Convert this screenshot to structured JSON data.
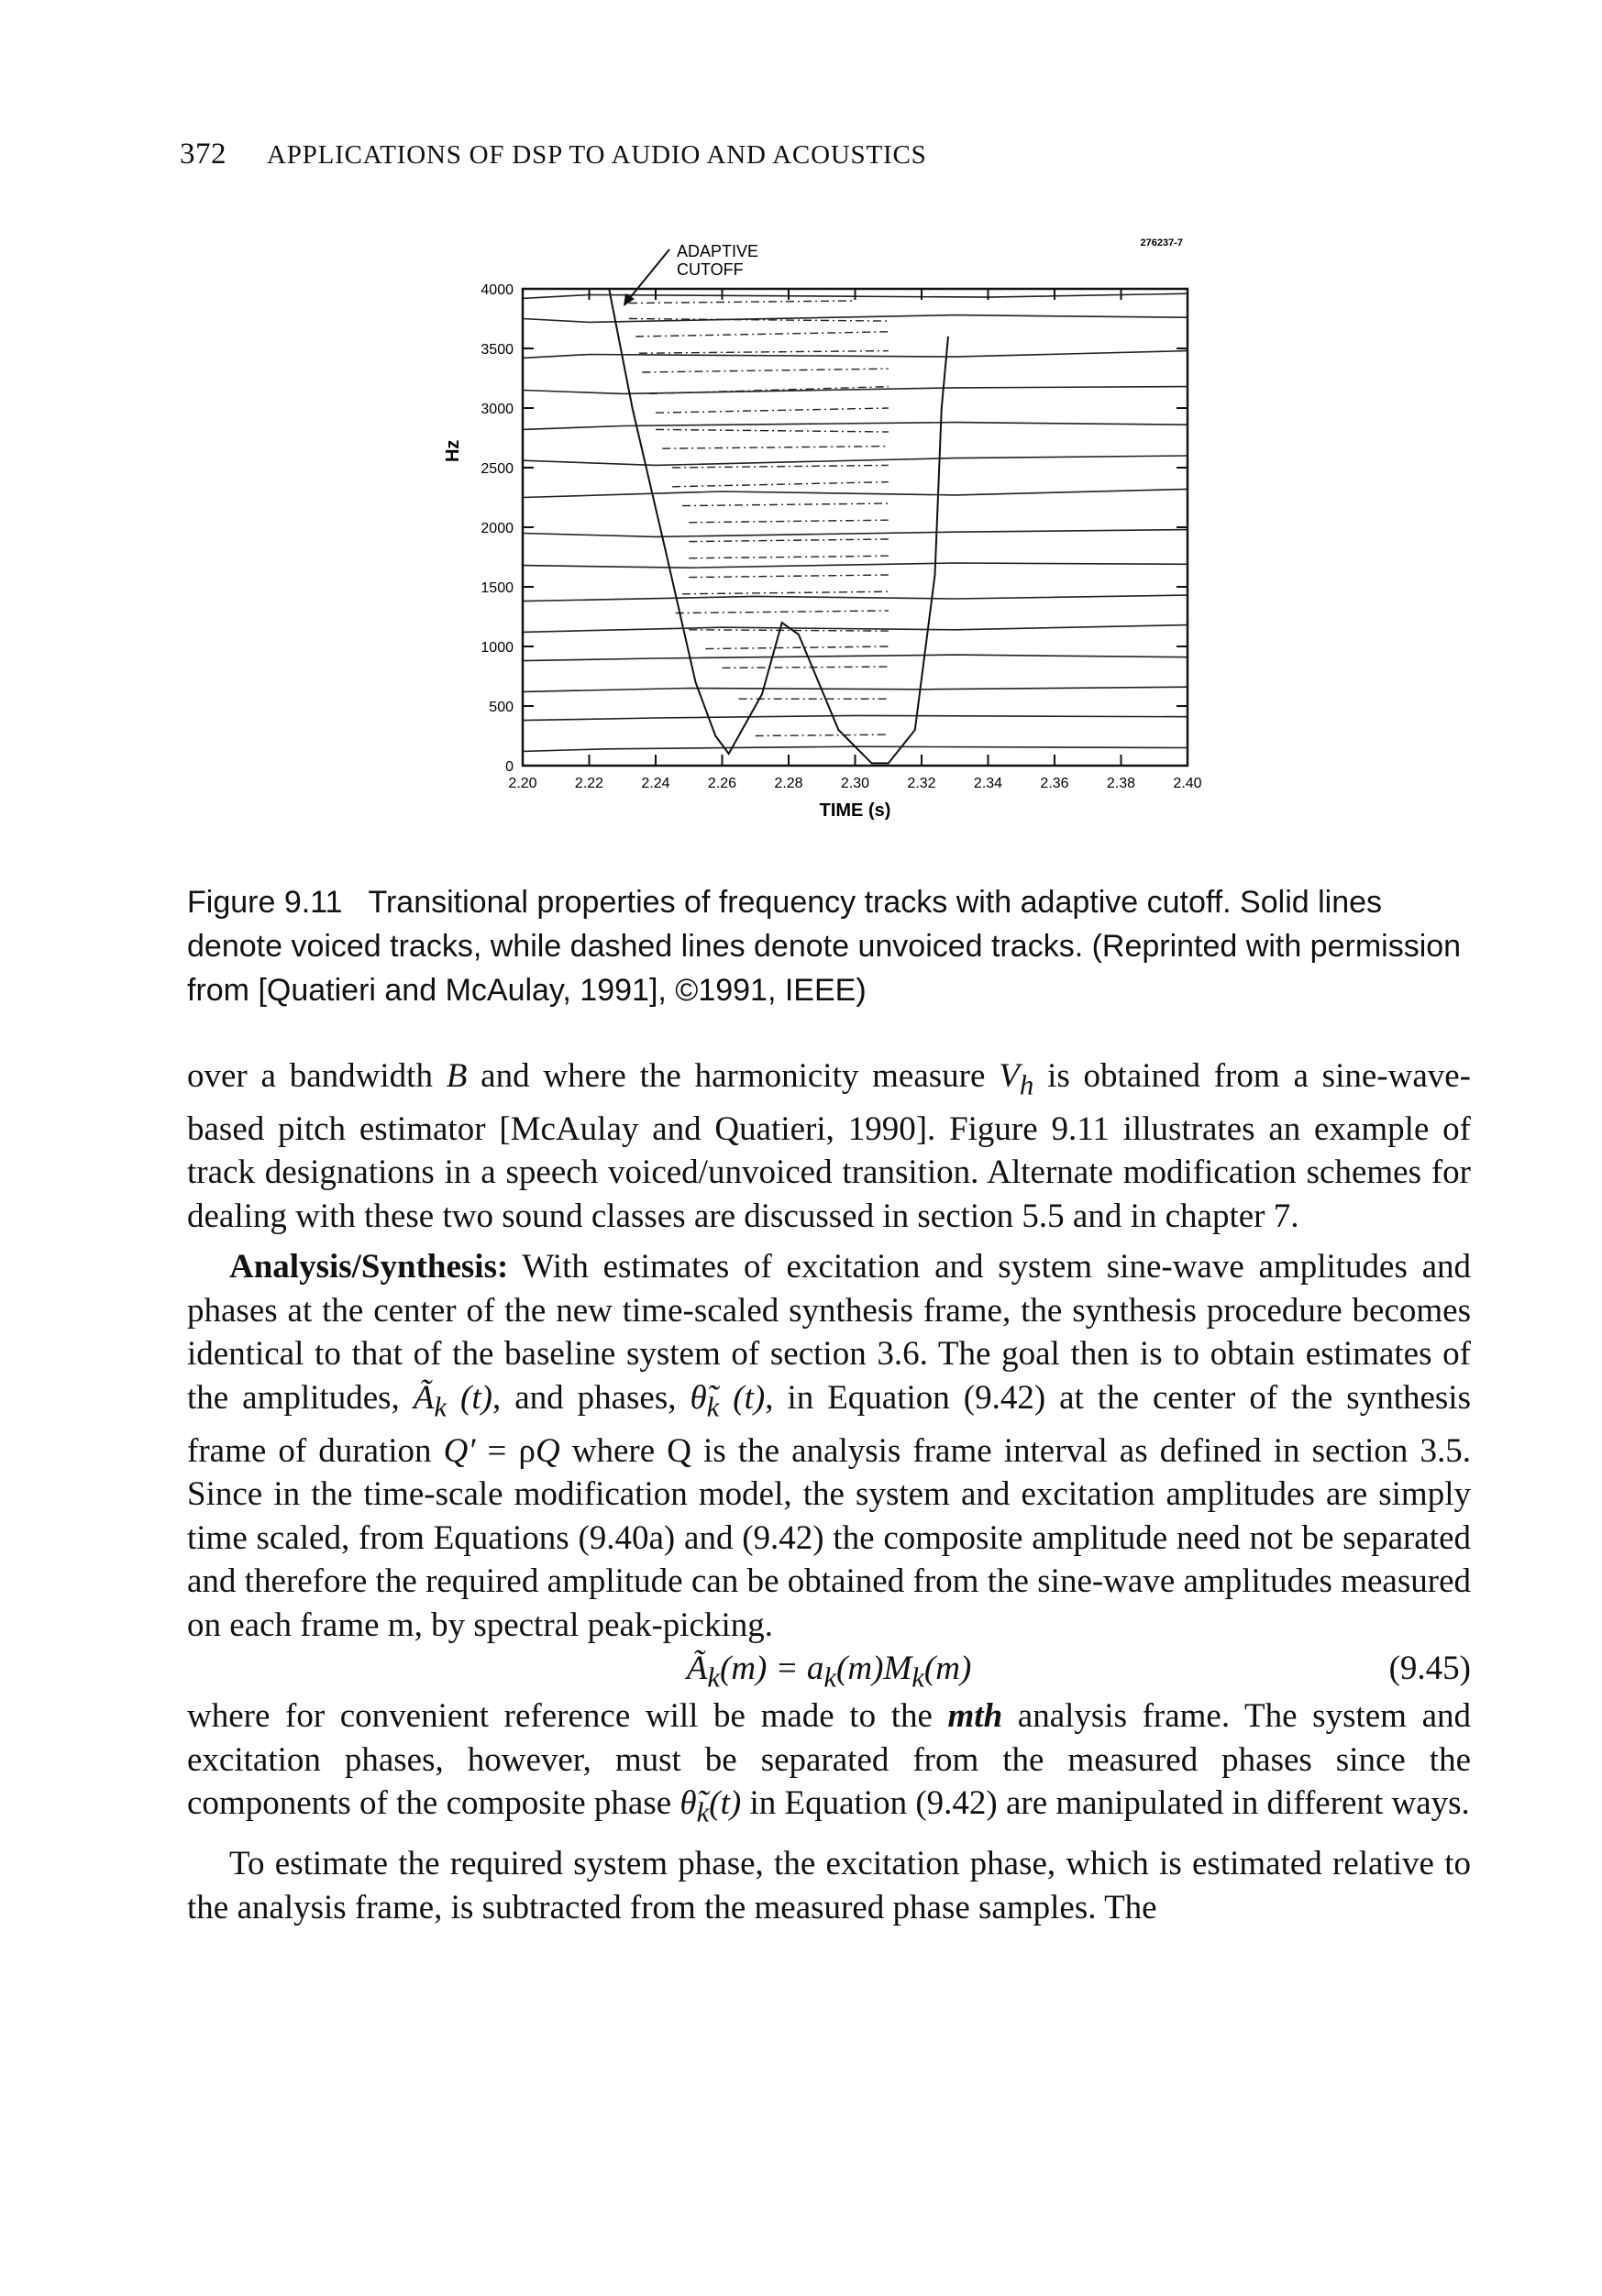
{
  "header": {
    "page_number": "372",
    "running_title": "APPLICATIONS OF DSP TO AUDIO AND ACOUSTICS"
  },
  "figure": {
    "code": "276237-7",
    "annotation": [
      "ADAPTIVE",
      "CUTOFF"
    ],
    "y_label": "Hz",
    "x_label": "TIME (s)"
  },
  "chart_data": {
    "type": "line",
    "title": "",
    "xlabel": "TIME (s)",
    "ylabel": "Hz",
    "xlim": [
      2.2,
      2.4
    ],
    "ylim": [
      0,
      4000
    ],
    "x_ticks": [
      "2.20",
      "2.22",
      "2.24",
      "2.26",
      "2.28",
      "2.30",
      "2.32",
      "2.34",
      "2.36",
      "2.38",
      "2.40"
    ],
    "y_ticks": [
      "0",
      "500",
      "1000",
      "1500",
      "2000",
      "2500",
      "3000",
      "3500",
      "4000"
    ],
    "annotation": "ADAPTIVE CUTOFF",
    "cutoff": {
      "x": [
        2.226,
        2.233,
        2.243,
        2.252,
        2.258,
        2.262,
        2.272,
        2.278,
        2.283,
        2.295,
        2.305,
        2.31,
        2.318,
        2.324,
        2.326,
        2.328
      ],
      "y": [
        4000,
        3000,
        1800,
        700,
        250,
        100,
        600,
        1200,
        1100,
        300,
        20,
        20,
        300,
        1600,
        3000,
        3600
      ]
    },
    "tracks_voiced": [
      {
        "x": [
          2.2,
          2.225,
          2.3,
          2.4
        ],
        "y": [
          120,
          140,
          160,
          150
        ]
      },
      {
        "x": [
          2.2,
          2.24,
          2.3,
          2.4
        ],
        "y": [
          380,
          400,
          420,
          410
        ]
      },
      {
        "x": [
          2.2,
          2.25,
          2.32,
          2.4
        ],
        "y": [
          620,
          650,
          640,
          660
        ]
      },
      {
        "x": [
          2.2,
          2.24,
          2.33,
          2.4
        ],
        "y": [
          880,
          900,
          930,
          910
        ]
      },
      {
        "x": [
          2.2,
          2.26,
          2.33,
          2.4
        ],
        "y": [
          1120,
          1160,
          1140,
          1180
        ]
      },
      {
        "x": [
          2.2,
          2.27,
          2.33,
          2.4
        ],
        "y": [
          1380,
          1420,
          1400,
          1430
        ]
      },
      {
        "x": [
          2.2,
          2.25,
          2.33,
          2.4
        ],
        "y": [
          1680,
          1660,
          1700,
          1690
        ]
      },
      {
        "x": [
          2.2,
          2.24,
          2.33,
          2.4
        ],
        "y": [
          1950,
          1920,
          1960,
          1980
        ]
      },
      {
        "x": [
          2.2,
          2.26,
          2.33,
          2.4
        ],
        "y": [
          2250,
          2300,
          2270,
          2320
        ]
      },
      {
        "x": [
          2.2,
          2.24,
          2.33,
          2.4
        ],
        "y": [
          2560,
          2520,
          2580,
          2600
        ]
      },
      {
        "x": [
          2.2,
          2.23,
          2.33,
          2.4
        ],
        "y": [
          2820,
          2850,
          2880,
          2860
        ]
      },
      {
        "x": [
          2.2,
          2.23,
          2.33,
          2.4
        ],
        "y": [
          3150,
          3120,
          3170,
          3180
        ]
      },
      {
        "x": [
          2.2,
          2.22,
          2.33,
          2.4
        ],
        "y": [
          3420,
          3450,
          3430,
          3480
        ]
      },
      {
        "x": [
          2.2,
          2.22,
          2.33,
          2.4
        ],
        "y": [
          3750,
          3720,
          3780,
          3760
        ]
      },
      {
        "x": [
          2.2,
          2.22,
          2.34,
          2.4
        ],
        "y": [
          3920,
          3950,
          3930,
          3960
        ]
      }
    ],
    "tracks_unvoiced": [
      {
        "x": [
          2.232,
          2.3
        ],
        "y": [
          3880,
          3900
        ]
      },
      {
        "x": [
          2.232,
          2.31
        ],
        "y": [
          3750,
          3730
        ]
      },
      {
        "x": [
          2.234,
          2.31
        ],
        "y": [
          3600,
          3640
        ]
      },
      {
        "x": [
          2.235,
          2.31
        ],
        "y": [
          3460,
          3480
        ]
      },
      {
        "x": [
          2.236,
          2.31
        ],
        "y": [
          3300,
          3330
        ]
      },
      {
        "x": [
          2.238,
          2.31
        ],
        "y": [
          3120,
          3180
        ]
      },
      {
        "x": [
          2.24,
          2.31
        ],
        "y": [
          2960,
          3000
        ]
      },
      {
        "x": [
          2.24,
          2.31
        ],
        "y": [
          2820,
          2800
        ]
      },
      {
        "x": [
          2.242,
          2.31
        ],
        "y": [
          2660,
          2680
        ]
      },
      {
        "x": [
          2.245,
          2.31
        ],
        "y": [
          2500,
          2520
        ]
      },
      {
        "x": [
          2.245,
          2.31
        ],
        "y": [
          2340,
          2380
        ]
      },
      {
        "x": [
          2.248,
          2.31
        ],
        "y": [
          2180,
          2200
        ]
      },
      {
        "x": [
          2.25,
          2.31
        ],
        "y": [
          2040,
          2060
        ]
      },
      {
        "x": [
          2.25,
          2.31
        ],
        "y": [
          1880,
          1900
        ]
      },
      {
        "x": [
          2.25,
          2.31
        ],
        "y": [
          1740,
          1760
        ]
      },
      {
        "x": [
          2.25,
          2.31
        ],
        "y": [
          1580,
          1600
        ]
      },
      {
        "x": [
          2.248,
          2.31
        ],
        "y": [
          1440,
          1460
        ]
      },
      {
        "x": [
          2.246,
          2.31
        ],
        "y": [
          1280,
          1300
        ]
      },
      {
        "x": [
          2.25,
          2.31
        ],
        "y": [
          1140,
          1130
        ]
      },
      {
        "x": [
          2.255,
          2.31
        ],
        "y": [
          980,
          1000
        ]
      },
      {
        "x": [
          2.26,
          2.31
        ],
        "y": [
          820,
          830
        ]
      },
      {
        "x": [
          2.265,
          2.31
        ],
        "y": [
          560,
          560
        ]
      },
      {
        "x": [
          2.27,
          2.31
        ],
        "y": [
          250,
          260
        ]
      }
    ]
  },
  "caption": {
    "label": "Figure 9.11",
    "text": "Transitional properties of frequency tracks with adaptive cutoff. Solid lines denote voiced tracks, while dashed lines denote unvoiced tracks. (Reprinted with permission from [Quatieri and McAulay, 1991], ©1991, IEEE)"
  },
  "body": {
    "p1": {
      "t1": "over a bandwidth ",
      "var_B": "B",
      "t2": " and where the harmonicity measure ",
      "var_V": "V",
      "var_V_sub": "h",
      "t3": " is obtained from a sine-wave-based pitch estimator [McAulay and Quatieri, 1990]. Figure 9.11 illustrates an example of track designations in a speech voiced/unvoiced transition. Alternate modification schemes for dealing with these two sound classes are discussed in section 5.5 and in chapter 7."
    },
    "p2": {
      "lead": "Analysis/Synthesis:",
      "t1": " With estimates of excitation and system sine-wave amplitudes and phases at the center of the new time-scaled synthesis frame, the synthesis procedure becomes identical to that of the baseline system of section 3.6. The goal then is to obtain estimates of the amplitudes, ",
      "var_A": "Ã",
      "var_A_sub": "k",
      "arg_t": " (t)",
      "t2": ", and phases, ",
      "var_theta": "θ̃",
      "var_theta_sub": "k",
      "t3": ", in Equation (9.42) at the center of the synthesis frame of duration ",
      "var_Qp": "Q′",
      "t4": " = ρ",
      "var_Q": "Q",
      "t5": " where Q is the analysis frame interval as defined in section 3.5. Since in the time-scale modification model, the system and excitation amplitudes are simply time scaled, from Equations (9.40a) and (9.42) the composite amplitude need not be separated and therefore the required amplitude can be obtained from the sine-wave amplitudes measured on each frame m, by spectral peak-picking."
    },
    "equation": {
      "lhs": "Ã",
      "lhs_sub": "k",
      "lhs_arg": "(m) = a",
      "mid_sub": "k",
      "mid_arg": "(m)M",
      "rhs_sub": "k",
      "rhs_arg": "(m)",
      "number": "(9.45)"
    },
    "p3": {
      "t1": "where for convenient reference will be made to the ",
      "emph": "mth",
      "t2": " analysis frame. The system and excitation phases, however, must be separated from the measured phases since the components of the composite phase ",
      "var_theta": "θ̃",
      "var_theta_sub": "k",
      "arg_t": "(t)",
      "t3": " in Equation (9.42) are manipulated in different ways."
    },
    "p4": "To estimate the required system phase, the excitation phase, which is estimated relative to the analysis frame, is subtracted from the measured phase samples. The"
  }
}
